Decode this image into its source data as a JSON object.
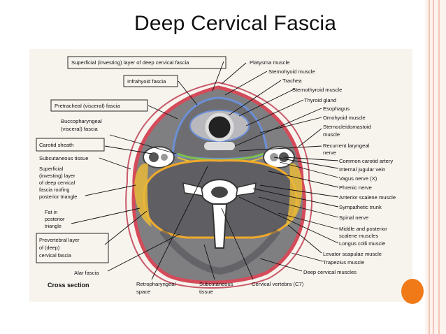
{
  "slide": {
    "title": "Deep Cervical Fascia",
    "accent_color": "#f07a18",
    "border_color": "#f2b7a6"
  },
  "figure": {
    "caption": "Cross section",
    "left_labels": {
      "superficial_layer": "Superficial (investing) layer of deep cervical fascia",
      "infrahyoid": "Infrahyoid fascia",
      "pretracheal": "Pretracheal (visceral) fascia",
      "buccopharyngeal_1": "Buccopharyngeal",
      "buccopharyngeal_2": "(visceral) fascia",
      "carotid_sheath": "Carotid sheath",
      "subcutaneous": "Subcutaneous tissue",
      "superficial_roof_1": "Superficial",
      "superficial_roof_2": "(investing) layer",
      "superficial_roof_3": "of deep cervical",
      "superficial_roof_4": "fascia roofing",
      "superficial_roof_5": "posterior triangle",
      "fat_1": "Fat in",
      "fat_2": "posterior",
      "fat_3": "triangle",
      "prevertebral_1": "Prevertebral layer",
      "prevertebral_2": "of (deep)",
      "prevertebral_3": "cervical fascia",
      "alar": "Alar fascia"
    },
    "right_labels": {
      "platysma": "Platysma muscle",
      "sternohyoid": "Sternohyoid muscle",
      "trachea": "Trachea",
      "sternothyroid": "Sternothyroid muscle",
      "thyroid": "Thyroid gland",
      "esophagus": "Esophagus",
      "omohyoid": "Omohyoid muscle",
      "scm_1": "Sternocleidomastoid",
      "scm_2": "muscle",
      "recurrent_1": "Recurrent laryngeal",
      "recurrent_2": "nerve",
      "common_carotid": "Common carotid artery",
      "ijv": "Internal jugular vein",
      "vagus": "Vagus nerve (X)",
      "phrenic": "Phrenic nerve",
      "ant_scalene": "Anterior scalene muscle",
      "sympathetic": "Sympathetic trunk",
      "spinal": "Spinal nerve",
      "mid_post_1": "Middle and posterior",
      "mid_post_2": "scalene muscles",
      "longus": "Longus colli muscle",
      "levator": "Levator scapulae muscle",
      "trapezius": "Trapezius muscle",
      "deep_cervical": "Deep cervical muscles"
    },
    "bottom_labels": {
      "retropharyngeal_1": "Retropharyngeal",
      "retropharyngeal_2": "space",
      "subcut_1": "Subcutaneous",
      "subcut_2": "tissue",
      "vertebra": "Cervical vertebra (C7)"
    }
  }
}
